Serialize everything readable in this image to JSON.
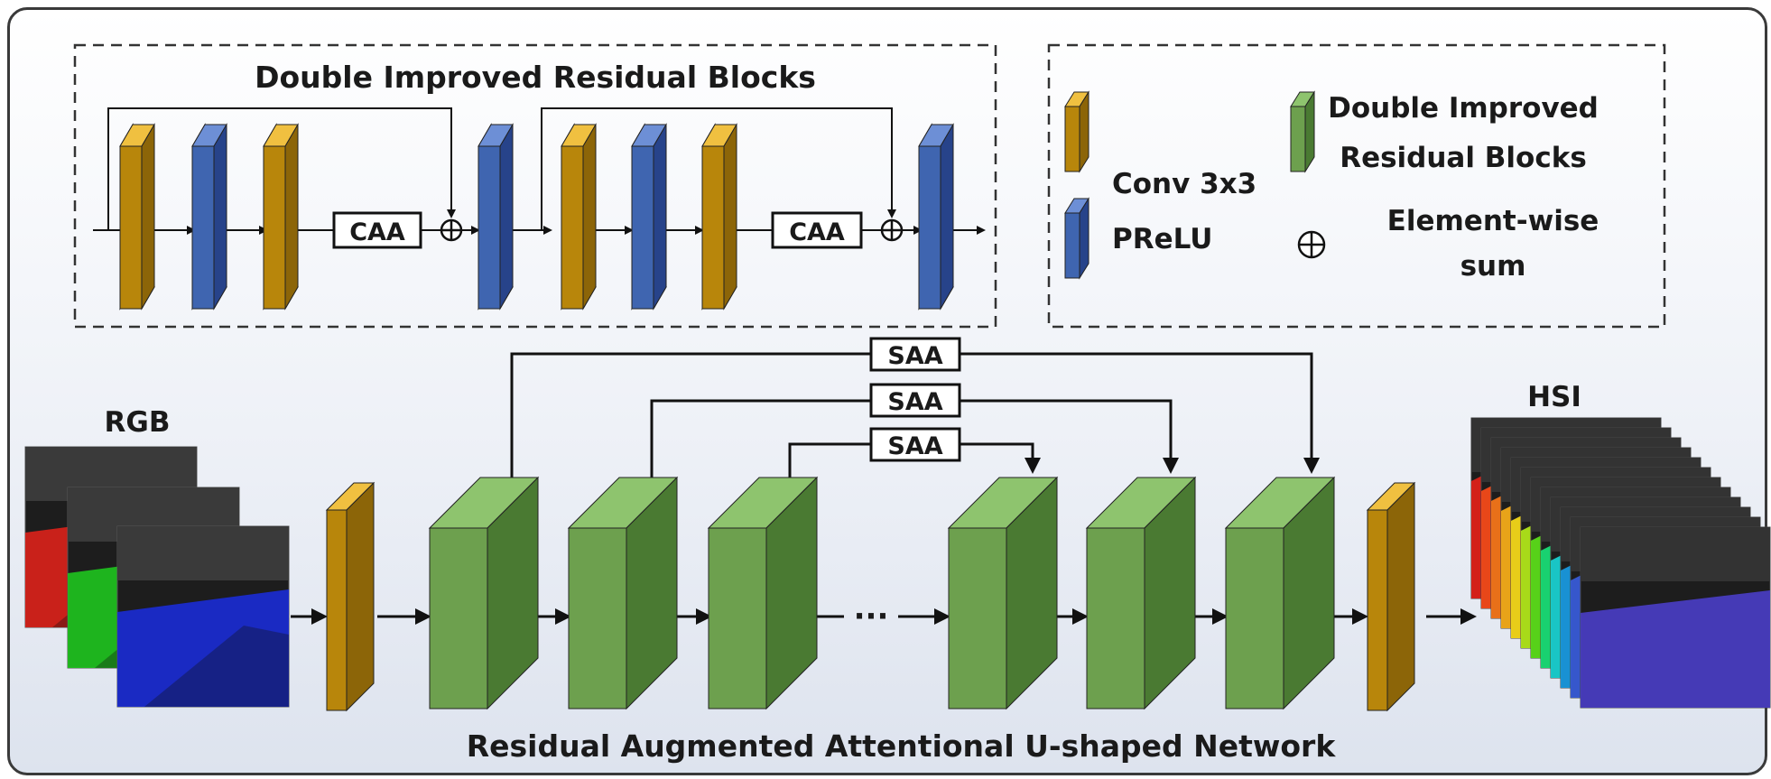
{
  "colors": {
    "conv_front": "#b8860b",
    "conv_side": "#8c6508",
    "conv_top": "#f0c040",
    "prelu_front": "#3f65b0",
    "prelu_side": "#27438a",
    "prelu_top": "#6d8fd6",
    "dirb_front": "#6da04e",
    "dirb_side": "#4a7a32",
    "dirb_top": "#8ec46e",
    "line": "#111111"
  },
  "texts": {
    "dirb_title": "Double Improved Residual Blocks",
    "caa_1": "CAA",
    "caa_2": "CAA",
    "legend_conv": "Conv 3x3",
    "legend_dirb_line1": "Double Improved",
    "legend_dirb_line2": "Residual Blocks",
    "legend_prelu": "PReLU",
    "legend_sum_line1": "Element-wise",
    "legend_sum_line2": "sum",
    "saa_1": "SAA",
    "saa_2": "SAA",
    "saa_3": "SAA",
    "rgb_label": "RGB",
    "hsi_label": "HSI",
    "ellipsis": "···",
    "network_title": "Residual Augmented Attentional U-shaped Network"
  }
}
